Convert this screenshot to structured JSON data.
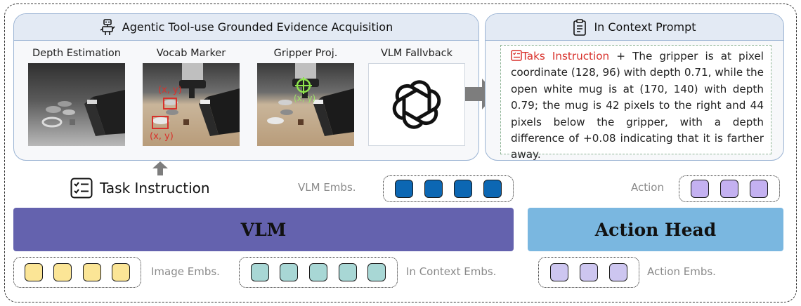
{
  "left_panel": {
    "title": "Agentic Tool-use Grounded Evidence Acquisition",
    "tiles": [
      {
        "label": "Depth Estimation"
      },
      {
        "label": "Vocab Marker",
        "annotations": [
          "(x, y)",
          "(x, y)"
        ]
      },
      {
        "label": "Gripper Proj.",
        "annotations": [
          "(x, y)"
        ]
      },
      {
        "label": "VLM Fallvback"
      }
    ]
  },
  "right_panel": {
    "title": "In Context Prompt",
    "prompt_highlight": "Taks Instruction",
    "prompt_text": " + The gripper is at pixel coordinate (128, 96) with depth 0.71, while the open white mug is at (170, 140) with depth 0.79; the mug is 42 pixels to the right and 44 pixels below the gripper, with a depth difference of +0.08 indicating that it is farther away."
  },
  "task_instruction": "Task Instruction",
  "vlm": {
    "label": "VLM",
    "color": "#6462ae",
    "embeddings_label": "VLM Embs.",
    "embeddings_count": 4,
    "embedding_color": "#0c67b3"
  },
  "action_head": {
    "label": "Action Head",
    "color": "#7ab7e0",
    "action_label": "Action",
    "action_count": 3,
    "action_color": "#c4b1f1",
    "embeddings_label": "Action Embs.",
    "embeddings_count": 3,
    "embedding_color": "#cdc6f0"
  },
  "image_embs": {
    "label": "Image Embs.",
    "count": 4,
    "color": "#fbe596"
  },
  "context_embs": {
    "label": "In Context Embs.",
    "count": 5,
    "color": "#a8d7d5"
  }
}
